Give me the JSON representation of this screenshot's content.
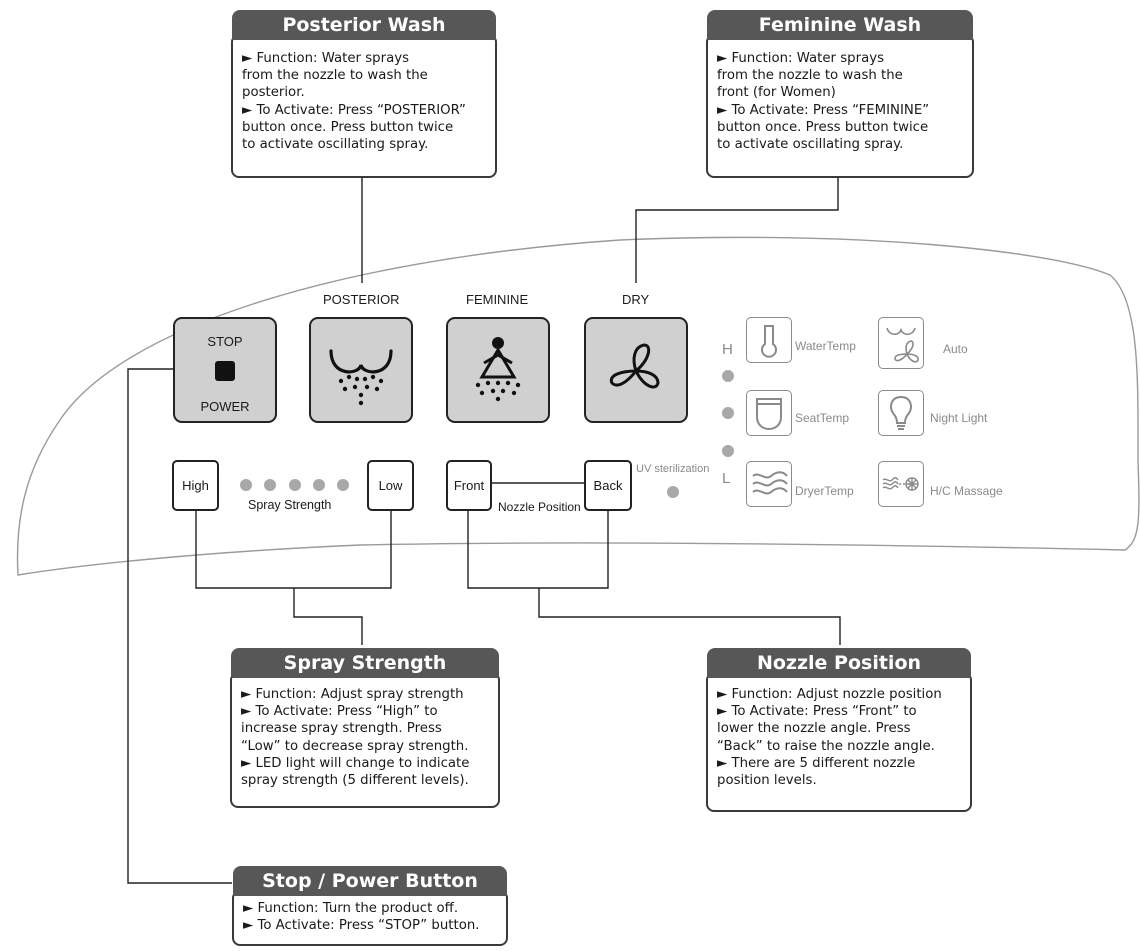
{
  "callouts": {
    "posterior": {
      "title": "Posterior Wash",
      "lines": [
        "► Function: Water sprays",
        "from the nozzle to wash the",
        "posterior.",
        "► To Activate: Press “POSTERIOR”",
        "button once. Press button twice",
        "to activate oscillating spray."
      ]
    },
    "feminine": {
      "title": "Feminine Wash",
      "lines": [
        "► Function: Water sprays",
        "from the nozzle to wash the",
        "front (for Women)",
        "► To Activate: Press “FEMININE”",
        "button once. Press button twice",
        "to activate oscillating spray."
      ]
    },
    "spray": {
      "title": "Spray Strength",
      "lines": [
        "► Function: Adjust spray strength",
        "► To Activate: Press “High” to",
        "increase spray strength. Press",
        "“Low” to decrease spray strength.",
        "► LED light will change to indicate",
        "spray strength (5 different levels)."
      ]
    },
    "nozzle": {
      "title": "Nozzle Position",
      "lines": [
        "► Function: Adjust nozzle position",
        "► To Activate: Press “Front” to",
        "lower the nozzle angle. Press",
        "“Back” to raise the nozzle angle.",
        "► There are 5 different nozzle",
        "position levels."
      ]
    },
    "stop": {
      "title": "Stop / Power Button",
      "lines": [
        "► Function: Turn the product off.",
        "► To Activate: Press “STOP” button."
      ]
    }
  },
  "panel": {
    "stop_label": "STOP",
    "power_label": "POWER",
    "posterior_label": "POSTERIOR",
    "feminine_label": "FEMININE",
    "dry_label": "DRY",
    "high_label": "High",
    "low_label": "Low",
    "spray_strength_label": "Spray Strength",
    "front_label": "Front",
    "back_label": "Back",
    "nozzle_position_label": "Nozzle Position",
    "uv_label": "UV sterilization",
    "h_label": "H",
    "l_label": "L",
    "spray_led_count": 5,
    "indicators": {
      "water_temp": "WaterTemp",
      "seat_temp": "SeatTemp",
      "dryer_temp": "DryerTemp",
      "auto": "Auto",
      "night_light": "Night Light",
      "hc_massage": "H/C Massage"
    }
  },
  "icons": [
    "stop-square-icon",
    "posterior-spray-icon",
    "feminine-spray-icon",
    "fan-icon",
    "thermometer-icon",
    "seat-icon",
    "heat-waves-icon",
    "auto-dry-icon",
    "bulb-icon",
    "hot-cold-massage-icon"
  ],
  "colors": {
    "title_bar": "#575757",
    "button_fill": "#d0d0d0",
    "led_grey": "#a8a8a8",
    "icon_grey": "#8a8a8a"
  }
}
